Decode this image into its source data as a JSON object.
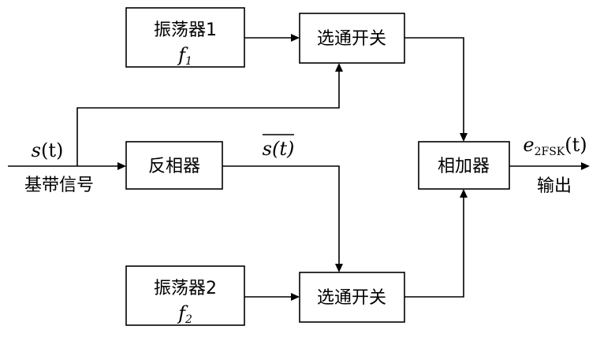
{
  "blocks": {
    "osc1": {
      "label": "振荡器1",
      "freq": "f",
      "freq_sub": "1"
    },
    "osc2": {
      "label": "振荡器2",
      "freq": "f",
      "freq_sub": "2"
    },
    "gate1": {
      "label": "选通开关"
    },
    "gate2": {
      "label": "选通开关"
    },
    "inverter": {
      "label": "反相器"
    },
    "adder": {
      "label": "相加器"
    }
  },
  "signals": {
    "input": {
      "symbol": "s",
      "arg": "(t)",
      "caption": "基带信号"
    },
    "inverted": {
      "text": "s(t)"
    },
    "output": {
      "symbol": "e",
      "sub": "2FSK",
      "arg": "(t)",
      "caption": "输出"
    }
  }
}
